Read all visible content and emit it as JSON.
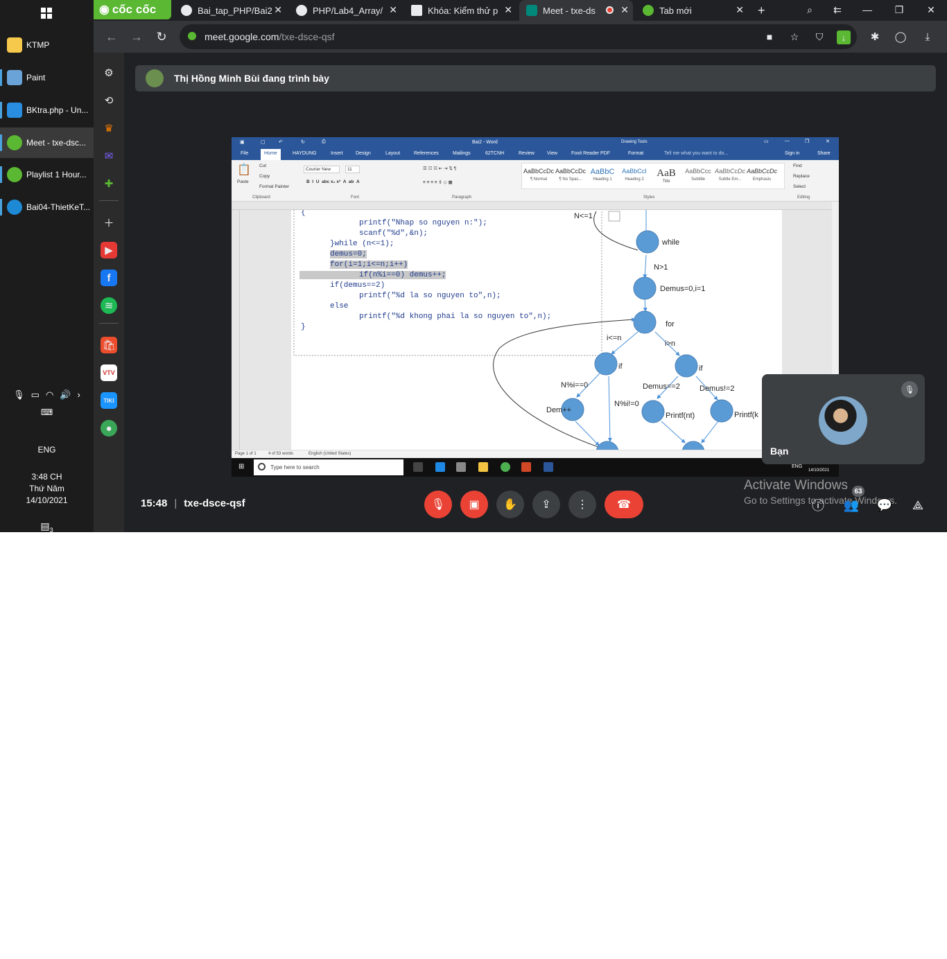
{
  "taskbar": {
    "items": [
      {
        "label": "KTMP",
        "color": "#f6c94c",
        "active": false
      },
      {
        "label": "Paint",
        "color": "#6aa3d8",
        "active": false
      },
      {
        "label": "BKtra.php - Un...",
        "color": "#2a8ee0",
        "active": false
      },
      {
        "label": "Meet - txe-dsc...",
        "color": "#5bb833",
        "active": true
      },
      {
        "label": "Playlist 1 Hour...",
        "color": "#5bb833",
        "active": false
      },
      {
        "label": "Bai04-ThietKeT...",
        "color": "#1e8ad6",
        "active": false
      }
    ],
    "language": "ENG",
    "time": "3:48 CH",
    "day": "Thứ Năm",
    "date": "14/10/2021",
    "notifications": "3"
  },
  "browser": {
    "brand": "cốc cốc",
    "tabs": [
      {
        "title": "Bai_tap_PHP/Bai2",
        "icon": "github-icon"
      },
      {
        "title": "PHP/Lab4_Array/",
        "icon": "github-icon"
      },
      {
        "title": "Khóa: Kiểm thử p",
        "icon": "course-icon"
      },
      {
        "title": "Meet - txe-ds",
        "icon": "meet-icon"
      },
      {
        "title": "Tab mới",
        "icon": "coccoc-icon"
      }
    ],
    "new_tab": "+",
    "url_host": "meet.google.com",
    "url_path": "/txe-dsce-qsf"
  },
  "meet": {
    "presenter": "Thị Hồng Minh Bùi đang trình bày",
    "time": "15:48",
    "code": "txe-dsce-qsf",
    "participants": "63",
    "self_name": "Bạn",
    "activate_title": "Activate Windows",
    "activate_sub": "Go to Settings to activate Windows."
  },
  "word": {
    "title": "Bai2 - Word",
    "drawing_tools": "Drawing Tools",
    "tabs": [
      "File",
      "Home",
      "HAYDUNG",
      "Insert",
      "Design",
      "Layout",
      "References",
      "Mailings",
      "62TCNH",
      "Review",
      "View",
      "Foxit Reader PDF",
      "Format"
    ],
    "tell_me": "Tell me what you want to do...",
    "sign_in": "Sign in",
    "share": "Share",
    "clipboard": {
      "paste": "Paste",
      "cut": "Cut",
      "copy": "Copy",
      "format_painter": "Format Painter",
      "group": "Clipboard"
    },
    "font": {
      "name": "Courier New",
      "size": "11",
      "group": "Font"
    },
    "paragraph_group": "Paragraph",
    "styles": [
      {
        "preview": "AaBbCcDc",
        "name": "¶ Normal"
      },
      {
        "preview": "AaBbCcDc",
        "name": "¶ No Spac..."
      },
      {
        "preview": "AaBbC",
        "name": "Heading 1"
      },
      {
        "preview": "AaBbCcI",
        "name": "Heading 2"
      },
      {
        "preview": "AaB",
        "name": "Title"
      },
      {
        "preview": "AaBbCcc",
        "name": "Subtitle"
      },
      {
        "preview": "AaBbCcDc",
        "name": "Subtle Em..."
      },
      {
        "preview": "AaBbCcDc",
        "name": "Emphasis"
      }
    ],
    "styles_group": "Styles",
    "editing": {
      "find": "Find",
      "replace": "Replace",
      "select": "Select",
      "group": "Editing"
    },
    "code_lines": [
      {
        "text": "{",
        "indent": 0,
        "hl": false
      },
      {
        "text": "printf(\"Nhap so nguyen n:\");",
        "indent": 2,
        "hl": false
      },
      {
        "text": "scanf(\"%d\",&n);",
        "indent": 2,
        "hl": false
      },
      {
        "text": "}while (n<=1);",
        "indent": 1,
        "hl": false
      },
      {
        "text": "demus=0;",
        "indent": 1,
        "hl": true
      },
      {
        "text": "for(i=1;i<=n;i++)",
        "indent": 1,
        "hl": true
      },
      {
        "text": "if(n%i==0) demus++;",
        "indent": 2,
        "hl": true
      },
      {
        "text": "if(demus==2)",
        "indent": 1,
        "hl": false
      },
      {
        "text": "printf(\"%d la so nguyen to\",n);",
        "indent": 2,
        "hl": false
      },
      {
        "text": "else",
        "indent": 1,
        "hl": false
      },
      {
        "text": "printf(\"%d khong phai la so nguyen to\",n);",
        "indent": 2,
        "hl": false
      },
      {
        "text": "}",
        "indent": 0,
        "hl": false
      }
    ],
    "flow_labels": {
      "top": "N<=1",
      "while": "while",
      "n_gt_1": "N>1",
      "demus": "Demus=0,i=1",
      "for": "for",
      "i_le_n": "i<=n",
      "i_gt_n": "i>n",
      "if_left": "if",
      "if_right": "if",
      "n_mod_eq": "N%i==0",
      "n_mod_ne": "N%i!=0",
      "demus_eq": "Demus==2",
      "demus_ne": "Demus!=2",
      "dem_pp": "Dem++",
      "printf_nt": "Printf(nt)",
      "printf_k": "Printf(k"
    },
    "status": {
      "page": "Page 1 of 1",
      "words": "4 of 53 words",
      "language": "English (United States)"
    },
    "taskbar": {
      "search": "Type here to search",
      "lang": "ENG",
      "date": "14/10/2021"
    }
  }
}
